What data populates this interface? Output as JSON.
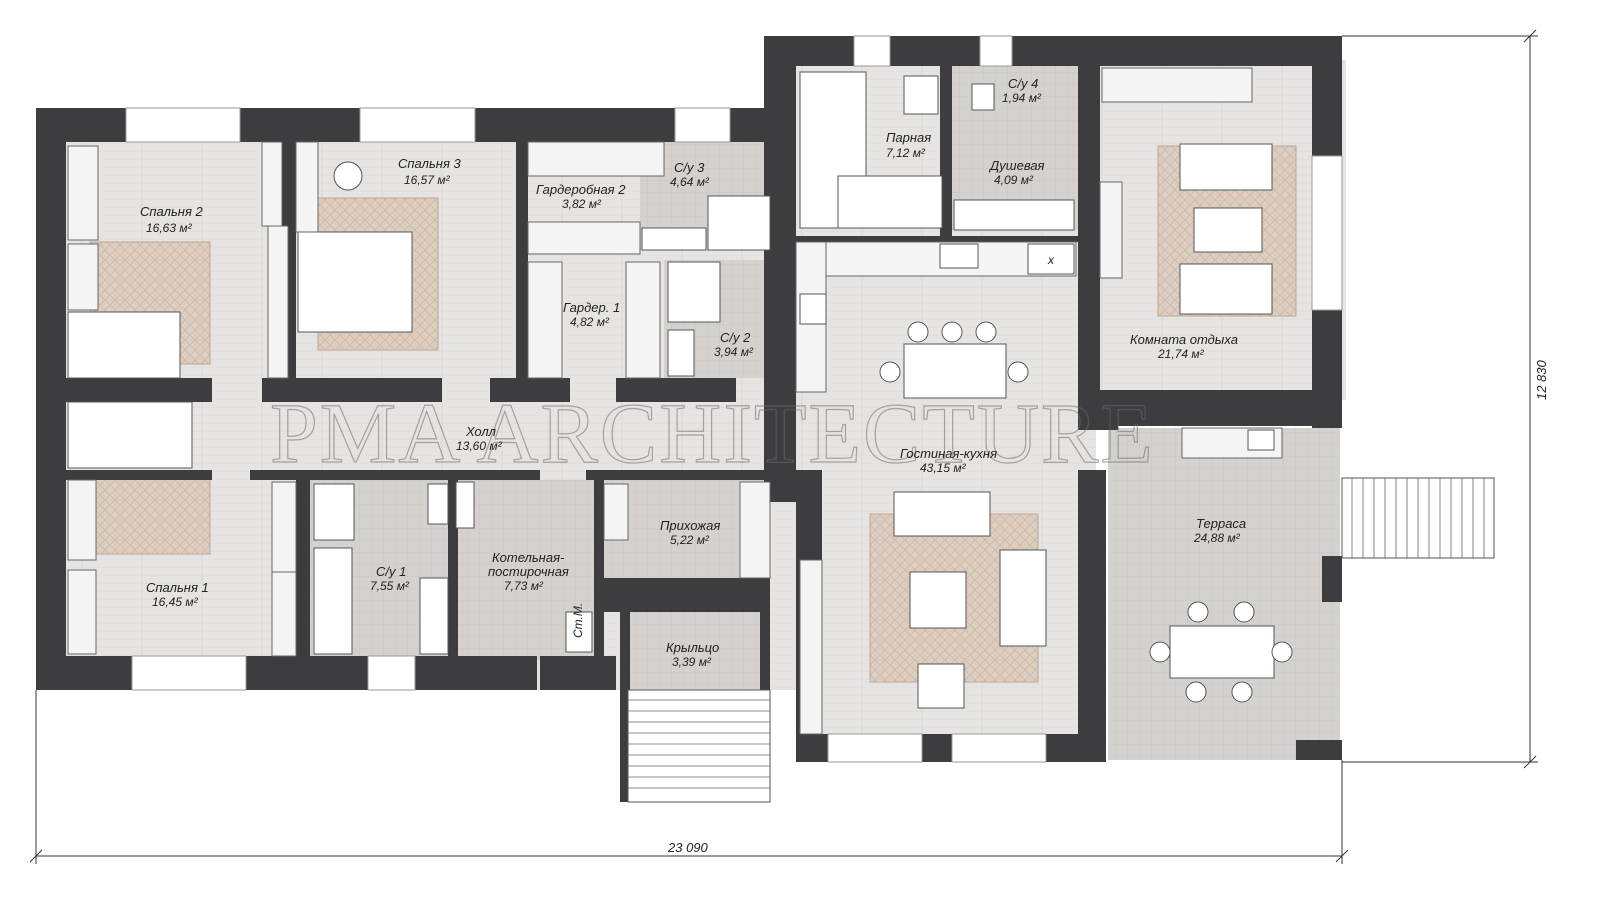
{
  "watermark": "PMA ARCHITECTURE",
  "dimensions": {
    "width": "23 090",
    "height": "12 830"
  },
  "rooms": [
    {
      "id": "spalnya2",
      "name": "Спальня 2",
      "area": "16,63 м²"
    },
    {
      "id": "spalnya3",
      "name": "Спальня 3",
      "area": "16,57 м²"
    },
    {
      "id": "garderobnaya2",
      "name": "Гардеробная 2",
      "area": "3,82 м²"
    },
    {
      "id": "su3",
      "name": "С/у 3",
      "area": "4,64 м²"
    },
    {
      "id": "garder1",
      "name": "Гардер. 1",
      "area": "4,82 м²"
    },
    {
      "id": "su2",
      "name": "С/у 2",
      "area": "3,94 м²"
    },
    {
      "id": "parnaya",
      "name": "Парная",
      "area": "7,12 м²"
    },
    {
      "id": "su4",
      "name": "С/у 4",
      "area": "1,94 м²"
    },
    {
      "id": "dushevaya",
      "name": "Душевая",
      "area": "4,09 м²"
    },
    {
      "id": "komnata",
      "name": "Комната отдыха",
      "area": "21,74 м²"
    },
    {
      "id": "holl",
      "name": "Холл",
      "area": "13,60 м²"
    },
    {
      "id": "gostinaya",
      "name": "Гостиная-кухня",
      "area": "43,15 м²"
    },
    {
      "id": "terrasa",
      "name": "Терраса",
      "area": "24,88 м²"
    },
    {
      "id": "spalnya1",
      "name": "Спальня 1",
      "area": "16,45 м²"
    },
    {
      "id": "su1",
      "name": "С/у 1",
      "area": "7,55 м²"
    },
    {
      "id": "kotelnaya",
      "name": "Котельная-постирочная",
      "name_line1": "Котельная-",
      "name_line2": "постирочная",
      "area": "7,73 м²"
    },
    {
      "id": "prihozhaya",
      "name": "Прихожая",
      "area": "5,22 м²"
    },
    {
      "id": "krylco",
      "name": "Крыльцо",
      "area": "3,39 м²"
    }
  ],
  "markers": {
    "stove_x": "x",
    "boiler": "Ст.М."
  },
  "colors": {
    "wall": "#3d3d3f",
    "floor_wood": "#e4e2e0",
    "floor_tile": "#d6d3d0",
    "rug": "#d9cbbd"
  }
}
